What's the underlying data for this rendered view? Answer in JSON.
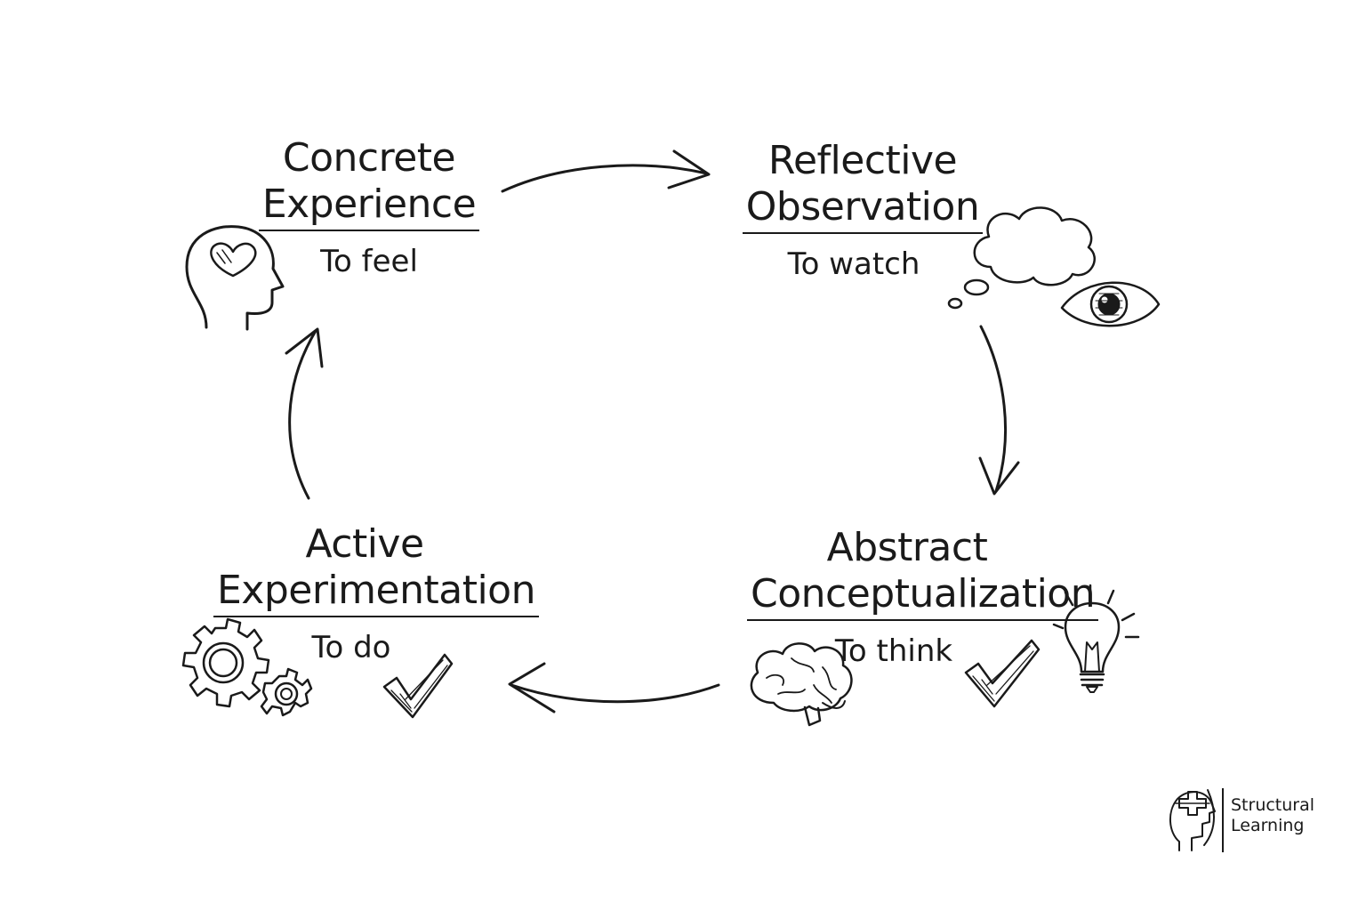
{
  "stages": {
    "concrete_experience": {
      "title_line1": "Concrete",
      "title_line2": "Experience",
      "subtitle": "To feel"
    },
    "reflective_observation": {
      "title_line1": "Reflective",
      "title_line2": "Observation",
      "subtitle": "To watch"
    },
    "abstract_conceptualization": {
      "title_line1": "Abstract",
      "title_line2": "Conceptualization",
      "subtitle": "To think"
    },
    "active_experimentation": {
      "title_line1": "Active",
      "title_line2": "Experimentation",
      "subtitle": "To do"
    }
  },
  "icons": {
    "concrete_experience": [
      "head-heart-icon"
    ],
    "reflective_observation": [
      "thought-cloud-icon",
      "eye-icon"
    ],
    "abstract_conceptualization": [
      "brain-icon",
      "checkmark-icon",
      "lightbulb-icon"
    ],
    "active_experimentation": [
      "gears-icon",
      "checkmark-icon"
    ]
  },
  "logo": {
    "line1": "Structural",
    "line2": "Learning"
  },
  "colors": {
    "ink": "#1a1a1a",
    "background": "#ffffff"
  }
}
